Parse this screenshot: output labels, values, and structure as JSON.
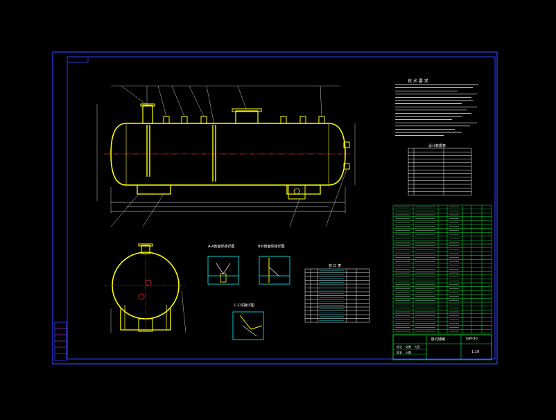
{
  "drawing": {
    "tech_requirements_title": "技 术 要 求",
    "section_a_title": "A-A剖面焊接详图",
    "section_b_title": "B-B剖面焊接详图",
    "section_c_title": "C-C焊接详图",
    "nozzle_table_title": "管 口 表",
    "right_table_title": "设计数据表",
    "title_block_name": "卧式储罐",
    "title_block_code": "GW-50",
    "title_block_scale": "1:10",
    "revision_cells": [
      "标记",
      "处数",
      "分区",
      "签名",
      "日期"
    ],
    "colors": {
      "frame": "#3040ff",
      "vessel": "#ffff00",
      "dimension": "#ffffff",
      "centerline": "#ff2020",
      "table_grid": "#00ff40",
      "section_hatch": "#00ffff",
      "legend": "#ff40ff"
    }
  }
}
